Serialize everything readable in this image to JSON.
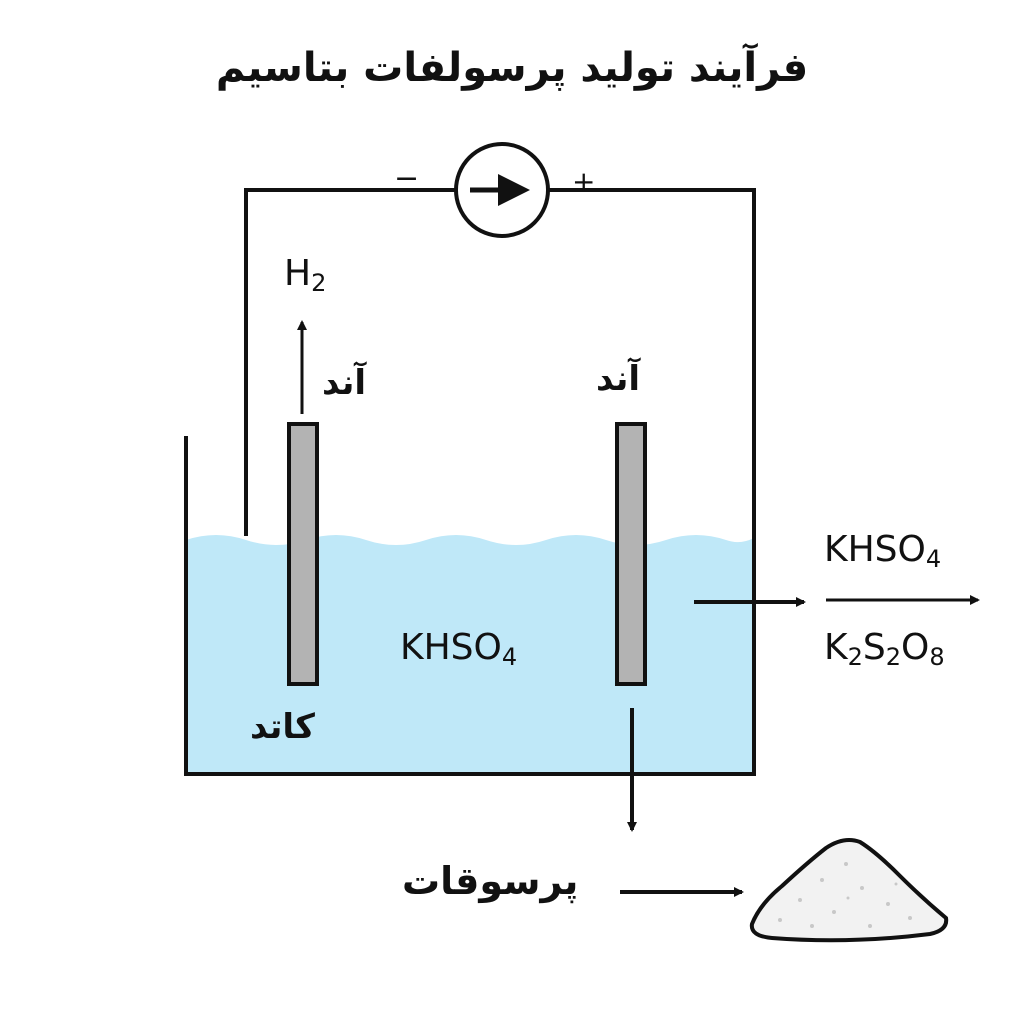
{
  "title": "فرآیند تولید پرسولفات بتاسیم",
  "power_source": {
    "negative": "−",
    "positive": "+"
  },
  "left_electrode": {
    "gas": {
      "base": "H",
      "sub": "2"
    },
    "top_label": "آند",
    "bottom_label": "کاتد"
  },
  "right_electrode": {
    "top_label": "آند"
  },
  "electrolyte": {
    "base": "KHSO",
    "sub": "4"
  },
  "reaction": {
    "reactant": {
      "base": "KHSO",
      "sub": "4"
    },
    "product": {
      "k": "K",
      "k_sub": "2",
      "s": "S",
      "s_sub": "2",
      "o": "O",
      "o_sub": "8"
    }
  },
  "output_label": "پرسوقات",
  "colors": {
    "electrolyte": "#bfe8f8",
    "electrode": "#b3b3b3",
    "line": "#111111",
    "powder": "#f2f2f2"
  }
}
